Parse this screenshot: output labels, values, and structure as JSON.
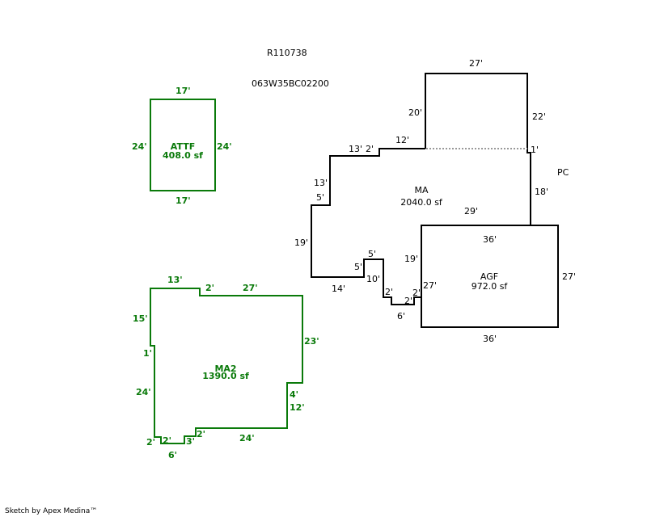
{
  "header": {
    "parcel_id": "R110738",
    "map_number": "063W35BC02200"
  },
  "areas": {
    "attf": {
      "name": "ATTF",
      "area": "408.0 sf",
      "color": "#0a7a0a",
      "dims": {
        "top": "17'",
        "bottom": "17'",
        "left": "24'",
        "right": "24'"
      }
    },
    "ma": {
      "name": "MA",
      "area": "2040.0 sf",
      "color": "#000000",
      "dims": [
        "27'",
        "20'",
        "22'",
        "1'",
        "18'",
        "29'",
        "12'",
        "13'",
        "2'",
        "13'",
        "5'",
        "19'",
        "14'",
        "5'",
        "5'",
        "10'",
        "2'",
        "2'",
        "2'",
        "6'",
        "19'"
      ]
    },
    "pc": {
      "name": "PC"
    },
    "agf": {
      "name": "AGF",
      "area": "972.0 sf",
      "color": "#000000",
      "dims": {
        "top": "36'",
        "bottom": "36'",
        "left": "27'",
        "right": "27'"
      }
    },
    "ma2": {
      "name": "MA2",
      "area": "1390.0 sf",
      "color": "#0a7a0a",
      "dims": [
        "13'",
        "2'",
        "27'",
        "23'",
        "4'",
        "12'",
        "24'",
        "2'",
        "3'",
        "6'",
        "2'",
        "2'",
        "24'",
        "1'",
        "15'"
      ]
    }
  },
  "footer": {
    "credit": "Sketch by Apex Medina™"
  }
}
